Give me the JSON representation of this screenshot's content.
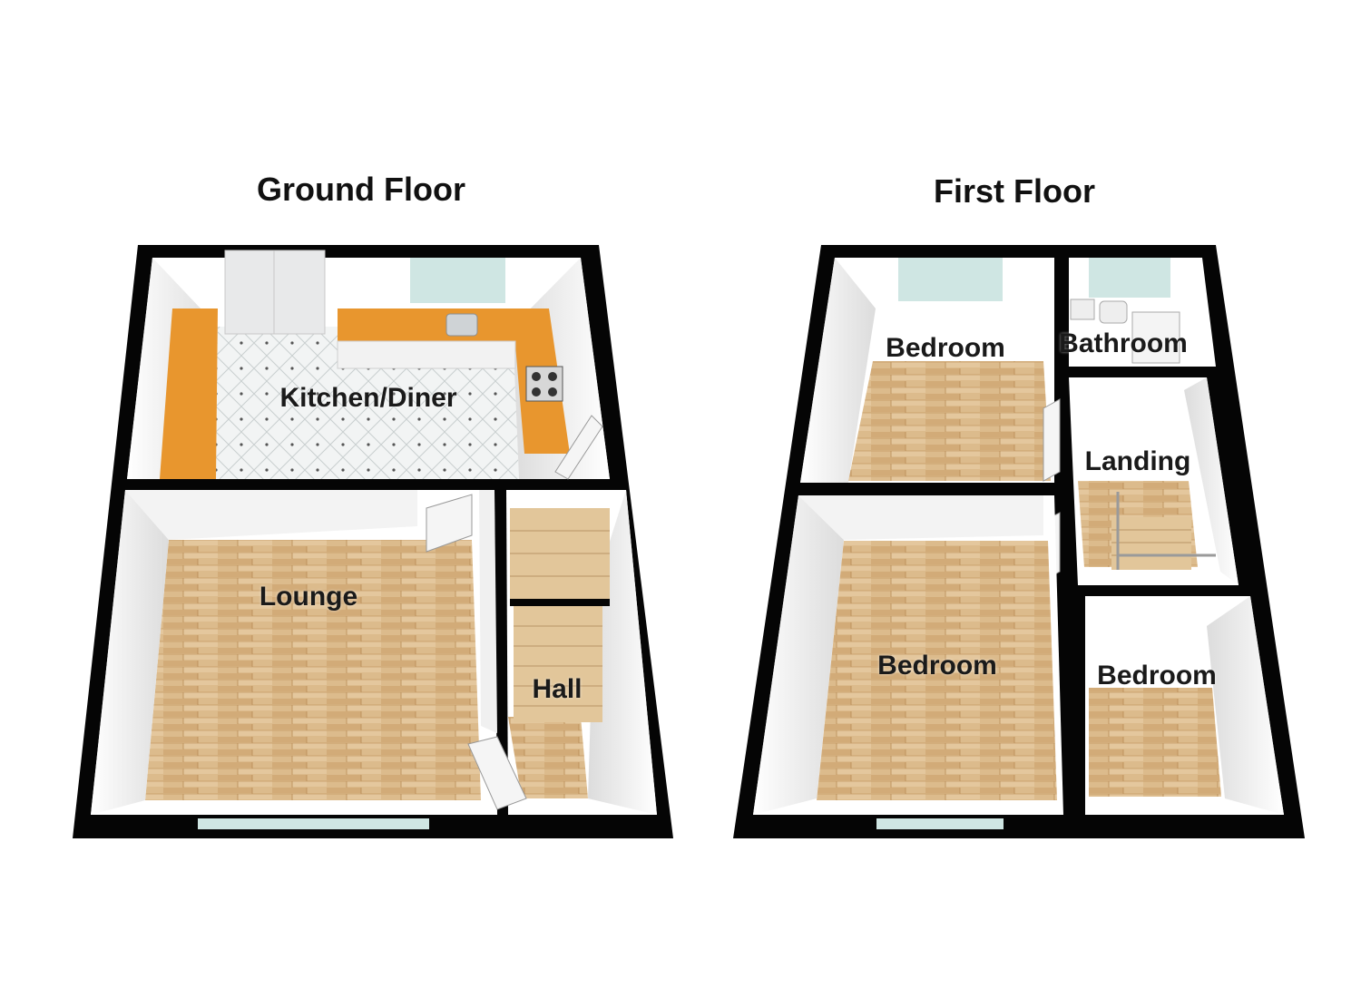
{
  "floors": [
    {
      "title": "Ground Floor",
      "rooms": [
        "Kitchen/Diner",
        "Lounge",
        "Hall"
      ]
    },
    {
      "title": "First Floor",
      "rooms": [
        "Bedroom",
        "Bathroom",
        "Landing",
        "Bedroom",
        "Bedroom"
      ]
    }
  ],
  "colors": {
    "wall": "#050505",
    "floorboard": "#d9b88a",
    "floorboard_dark": "#c9a06a",
    "tile": "#eef0f0",
    "worktop": "#e8962e",
    "cabinet": "#f2f2f2",
    "window": "#cfe6e3",
    "stair": "#e2c69a"
  }
}
